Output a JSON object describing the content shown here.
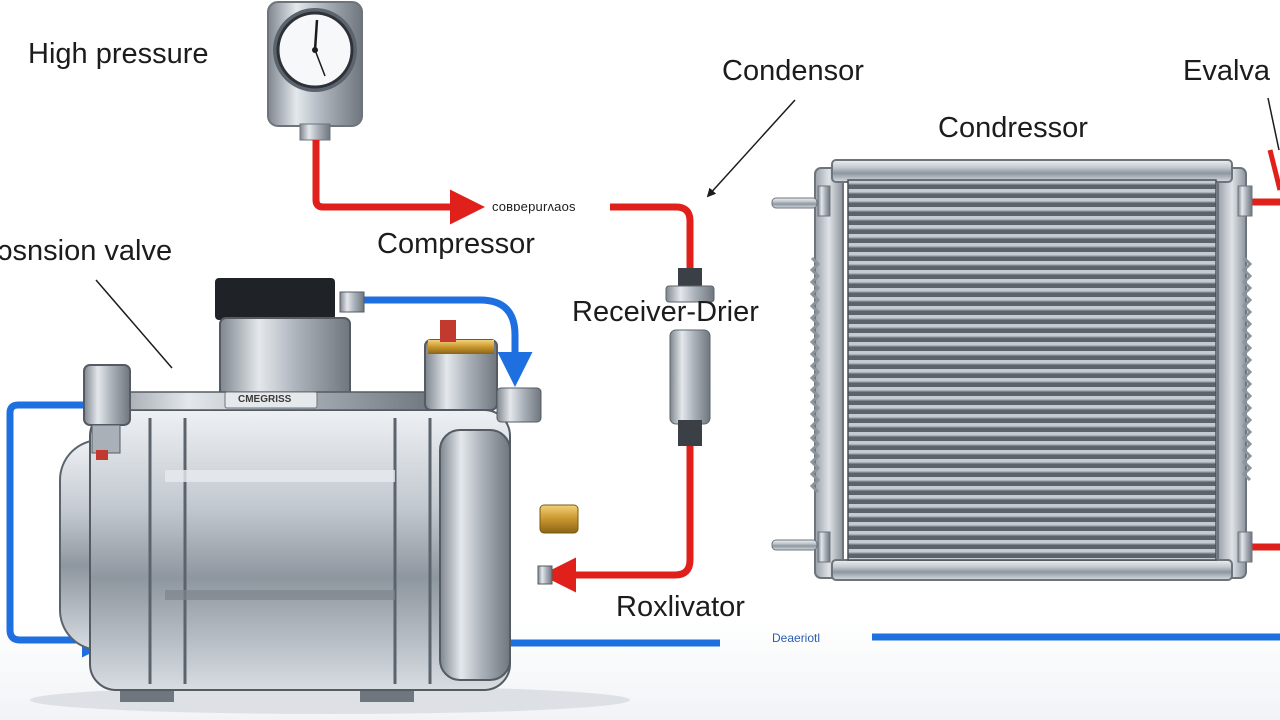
{
  "labels": {
    "high_pressure": "High pressure",
    "condensor": "Condensor",
    "condressor": "Condressor",
    "evalva": "Evalva",
    "cobdepurnaos": "coʙɒepurʌaos",
    "compressor": "Compressor",
    "expansion_valve": "ɔsnsion valve",
    "receiver_drier": "Receiver-Drier",
    "roxlivator": "Roxlivator",
    "deaeriotl": "Deaeriotl",
    "compressor_plate": "CMEGRISS"
  },
  "colors": {
    "high_pressure_line": "#e0201b",
    "low_pressure_line": "#1e6fe0",
    "metal": "#b9bfc6",
    "brass": "#c9962c"
  },
  "icons": {
    "gauge": "pressure-gauge-icon",
    "arrow": "flow-arrow-icon"
  }
}
